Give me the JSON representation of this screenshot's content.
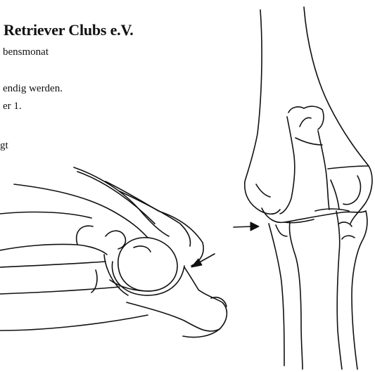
{
  "document": {
    "heading": "Retriever Clubs e.V.",
    "lines": [
      "bensmonat",
      "endig werden.",
      "er 1.",
      "gt"
    ]
  },
  "figure": {
    "subjects": [
      "elbow-joint-lateral-view",
      "elbow-joint-frontal-view"
    ],
    "line_color": "#111111",
    "background": "#ffffff"
  }
}
